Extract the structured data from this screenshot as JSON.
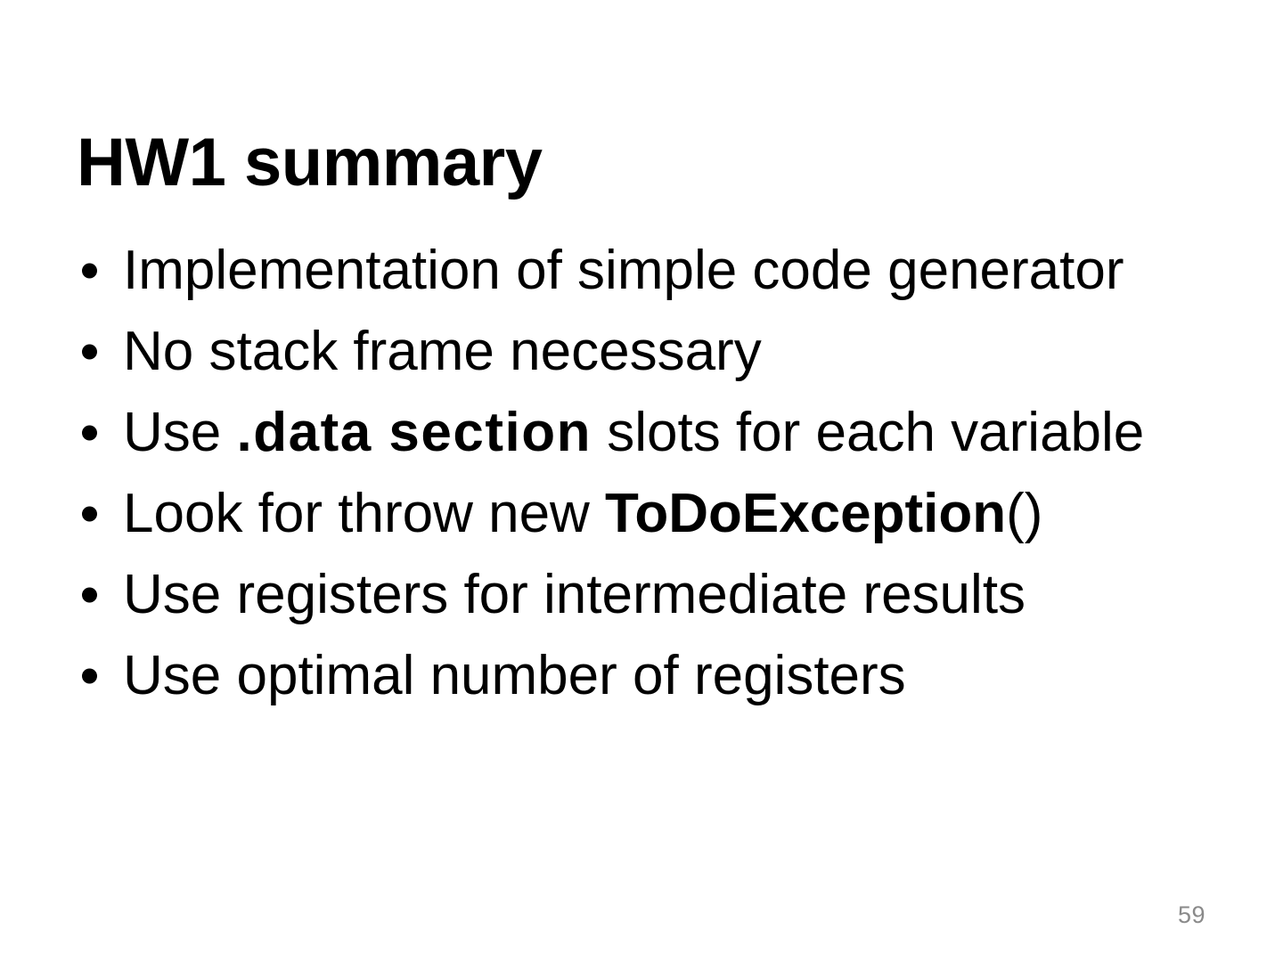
{
  "slide": {
    "title": "HW1 summary",
    "page_number": "59",
    "background_color": "#ffffff",
    "text_color": "#000000",
    "page_number_color": "#8a8a8a",
    "bullets": [
      {
        "bullet_glyph": "•",
        "full_text": "Implementation of simple code generator",
        "runs": [
          {
            "text": "Implementation of simple code generator",
            "style": "normal"
          }
        ]
      },
      {
        "bullet_glyph": "•",
        "full_text": "No stack frame necessary",
        "runs": [
          {
            "text": "No stack frame necessary",
            "style": "normal"
          }
        ]
      },
      {
        "bullet_glyph": "•",
        "full_text": "Use .data section slots for each variable",
        "runs": [
          {
            "text": "Use ",
            "style": "normal"
          },
          {
            "text": ".data section",
            "style": "code-bold"
          },
          {
            "text": " slots for each variable",
            "style": "normal"
          }
        ]
      },
      {
        "bullet_glyph": "•",
        "full_text": "Look for throw new ToDoException()",
        "runs": [
          {
            "text": "Look for throw new ",
            "style": "normal"
          },
          {
            "text": "ToDoException",
            "style": "ident-bold"
          },
          {
            "text": "()",
            "style": "normal"
          }
        ]
      },
      {
        "bullet_glyph": "•",
        "full_text": "Use registers for intermediate results",
        "runs": [
          {
            "text": "Use registers for intermediate results",
            "style": "normal"
          }
        ]
      },
      {
        "bullet_glyph": "•",
        "full_text": "Use optimal number of registers",
        "runs": [
          {
            "text": "Use optimal number of registers",
            "style": "normal"
          }
        ]
      }
    ]
  }
}
